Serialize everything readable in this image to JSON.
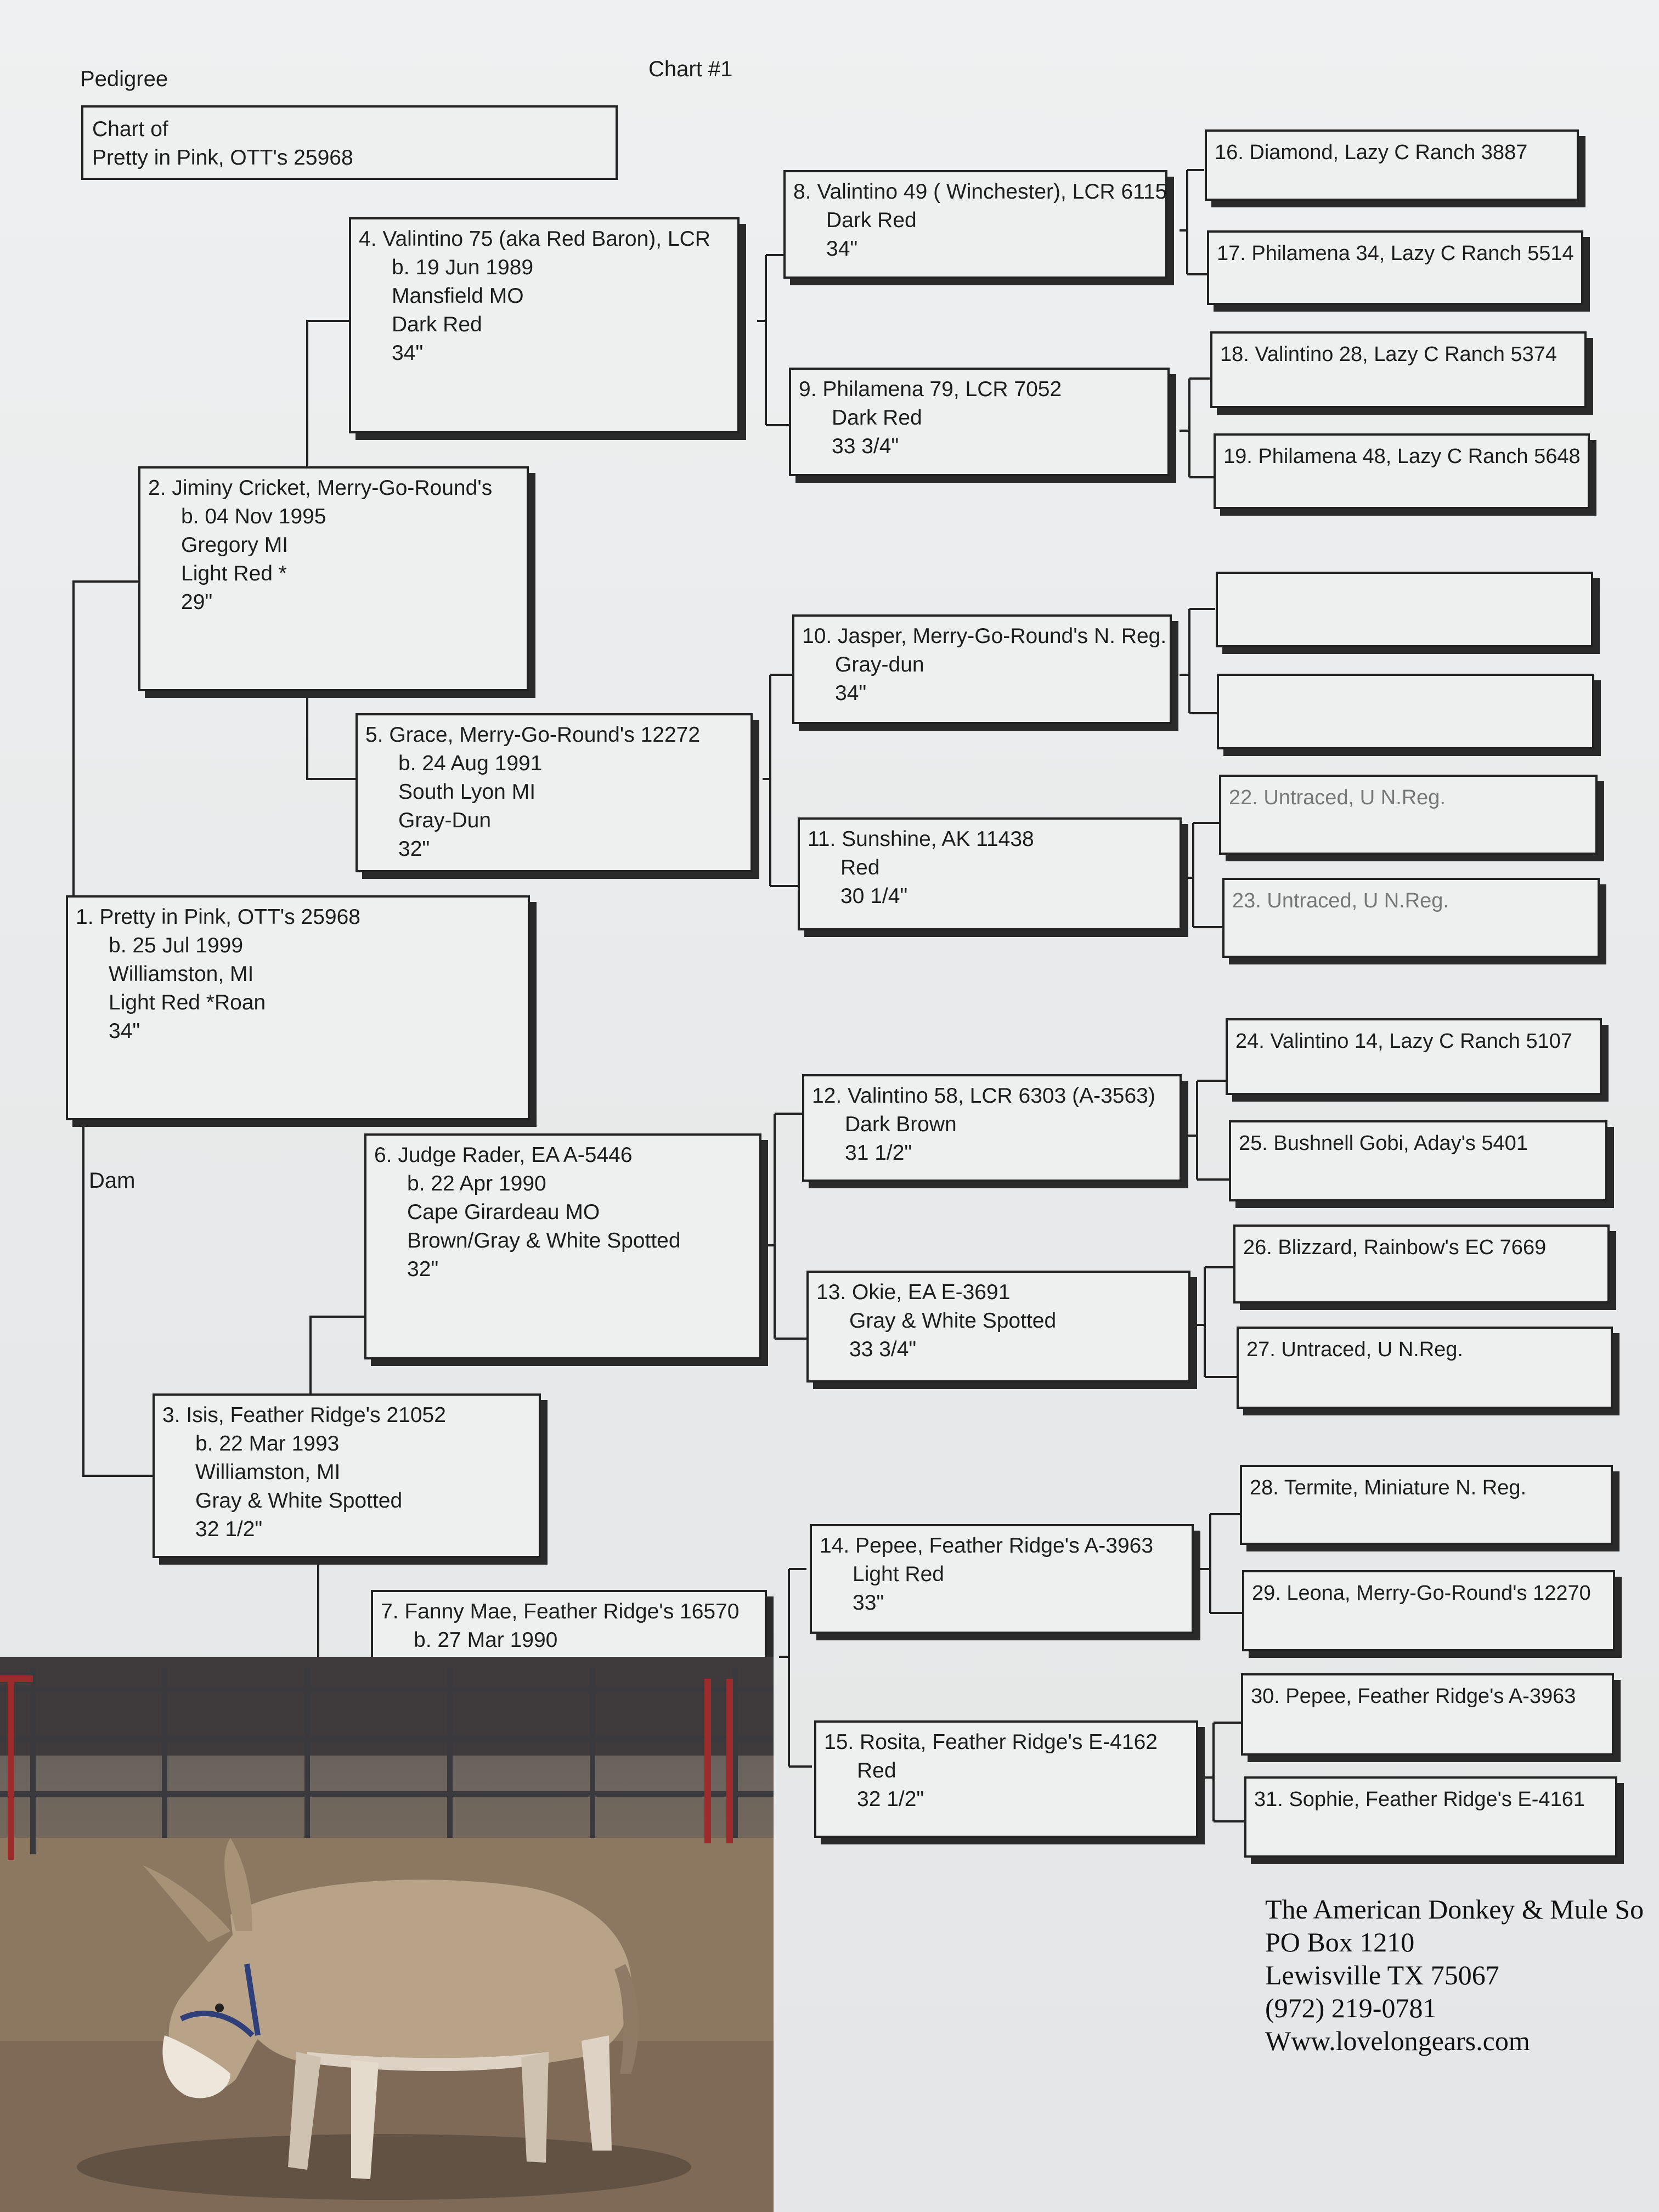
{
  "header": {
    "pedigree_label": "Pedigree",
    "chart_number": "Chart #1",
    "chart_of_label": "Chart of",
    "chart_of_name": "Pretty in Pink, OTT's 25968",
    "dam_label": "Dam"
  },
  "animals": {
    "a1": {
      "name": "1. Pretty in Pink, OTT's 25968",
      "born": "b. 25 Jul 1999",
      "place": "Williamston, MI",
      "color": "Light Red *Roan",
      "height": "34\""
    },
    "a2": {
      "name": "2. Jiminy Cricket, Merry-Go-Round's",
      "born": "b. 04 Nov 1995",
      "place": "Gregory MI",
      "color": "Light Red *",
      "height": "29\""
    },
    "a3": {
      "name": "3. Isis, Feather Ridge's 21052",
      "born": "b. 22 Mar 1993",
      "place": "Williamston, MI",
      "color": "Gray & White Spotted",
      "height": "32 1/2\""
    },
    "a4": {
      "name": "4. Valintino 75 (aka Red Baron), LCR",
      "born": "b. 19 Jun 1989",
      "place": "Mansfield MO",
      "color": "Dark Red",
      "height": "34\""
    },
    "a5": {
      "name": "5. Grace, Merry-Go-Round's 12272",
      "born": "b. 24 Aug 1991",
      "place": "South Lyon MI",
      "color": "Gray-Dun",
      "height": "32\""
    },
    "a6": {
      "name": "6. Judge Rader, EA A-5446",
      "born": "b. 22 Apr 1990",
      "place": "Cape Girardeau MO",
      "color": "Brown/Gray & White Spotted",
      "height": "32\""
    },
    "a7": {
      "name": "7. Fanny Mae, Feather Ridge's 16570",
      "born": "b. 27 Mar 1990"
    },
    "a8": {
      "name": "8. Valintino 49 ( Winchester), LCR 6115",
      "color": "Dark Red",
      "height": "34\""
    },
    "a9": {
      "name": "9. Philamena 79, LCR 7052",
      "color": "Dark Red",
      "height": "33 3/4\""
    },
    "a10": {
      "name": "10. Jasper, Merry-Go-Round's N. Reg.",
      "color": "Gray-dun",
      "height": "34\""
    },
    "a11": {
      "name": "11. Sunshine, AK 11438",
      "color": "Red",
      "height": "30 1/4\""
    },
    "a12": {
      "name": "12. Valintino 58, LCR 6303 (A-3563)",
      "color": "Dark Brown",
      "height": "31 1/2\""
    },
    "a13": {
      "name": "13. Okie, EA E-3691",
      "color": "Gray & White Spotted",
      "height": "33 3/4\""
    },
    "a14": {
      "name": "14. Pepee, Feather Ridge's A-3963",
      "color": "Light Red",
      "height": "33\""
    },
    "a15": {
      "name": "15. Rosita, Feather Ridge's E-4162",
      "color": "Red",
      "height": "32 1/2\""
    },
    "a16": {
      "name": "16. Diamond, Lazy C Ranch 3887"
    },
    "a17": {
      "name": "17. Philamena 34, Lazy C Ranch 5514"
    },
    "a18": {
      "name": "18. Valintino 28, Lazy C Ranch 5374"
    },
    "a19": {
      "name": "19. Philamena 48, Lazy C Ranch 5648"
    },
    "a20": {
      "name": ""
    },
    "a21": {
      "name": ""
    },
    "a22": {
      "name": "22. Untraced, U N.Reg."
    },
    "a23": {
      "name": "23. Untraced, U N.Reg."
    },
    "a24": {
      "name": "24. Valintino 14, Lazy C Ranch 5107"
    },
    "a25": {
      "name": "25. Bushnell Gobi, Aday's 5401"
    },
    "a26": {
      "name": "26. Blizzard, Rainbow's EC 7669"
    },
    "a27": {
      "name": "27. Untraced, U N.Reg."
    },
    "a28": {
      "name": "28. Termite, Miniature N. Reg."
    },
    "a29": {
      "name": "29. Leona, Merry-Go-Round's 12270"
    },
    "a30": {
      "name": "30. Pepee, Feather Ridge's A-3963"
    },
    "a31": {
      "name": "31. Sophie, Feather Ridge's E-4161"
    }
  },
  "registry_address": {
    "org": "The American Donkey & Mule So",
    "po_box": "PO Box 1210",
    "city": "Lewisville TX 75067",
    "phone": "(972) 219-0781",
    "web": "Www.lovelongears.com"
  },
  "colors": {
    "paper": "#eef0f1",
    "ink": "#1d1d1d",
    "border": "#222222"
  },
  "photo": {
    "subject": "donkey-photo"
  }
}
